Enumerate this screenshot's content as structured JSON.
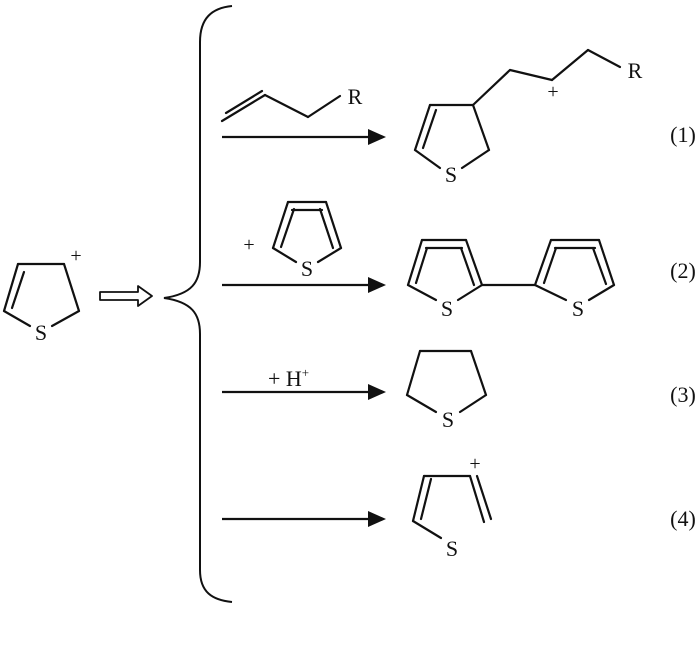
{
  "reactant": {
    "hetero_atom": "S",
    "charge": "+"
  },
  "reactions": [
    {
      "number": "(1)",
      "reagent": {
        "substituent": "R"
      },
      "product": {
        "hetero_atom": "S",
        "charge": "+",
        "substituent": "R"
      }
    },
    {
      "number": "(2)",
      "reagent": {
        "prefix": "+",
        "hetero_atom": "S"
      },
      "product": {
        "hetero_atom_left": "S",
        "hetero_atom_right": "S"
      }
    },
    {
      "number": "(3)",
      "reagent": {
        "text": "+ H",
        "superscript": "+"
      },
      "product": {
        "hetero_atom": "S"
      }
    },
    {
      "number": "(4)",
      "product": {
        "hetero_atom": "S",
        "charge": "+"
      }
    }
  ]
}
